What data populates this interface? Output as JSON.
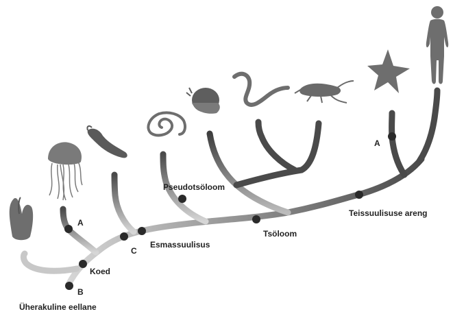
{
  "labels": {
    "origin": "Üherakuline eellane",
    "marker_b": "B",
    "tissues": "Koed",
    "marker_c": "C",
    "marker_a_left": "A",
    "bilateral": "Esmassuulisus",
    "pseudocoelom": "Pseudotsöloom",
    "coelom": "Tsöloom",
    "deuterostome": "Teissuulisuse areng",
    "marker_a_right": "A"
  },
  "organisms": [
    "sponge-icon",
    "jellyfish-icon",
    "flatworm-icon",
    "roundworm-icon",
    "snail-icon",
    "earthworm-icon",
    "grasshopper-icon",
    "starfish-icon",
    "human-icon"
  ],
  "colors": {
    "branch_dark": "#4a4a4a",
    "branch_light": "#d0d0d0",
    "node": "#2a2a2a",
    "organism": "#6e6e6e"
  }
}
